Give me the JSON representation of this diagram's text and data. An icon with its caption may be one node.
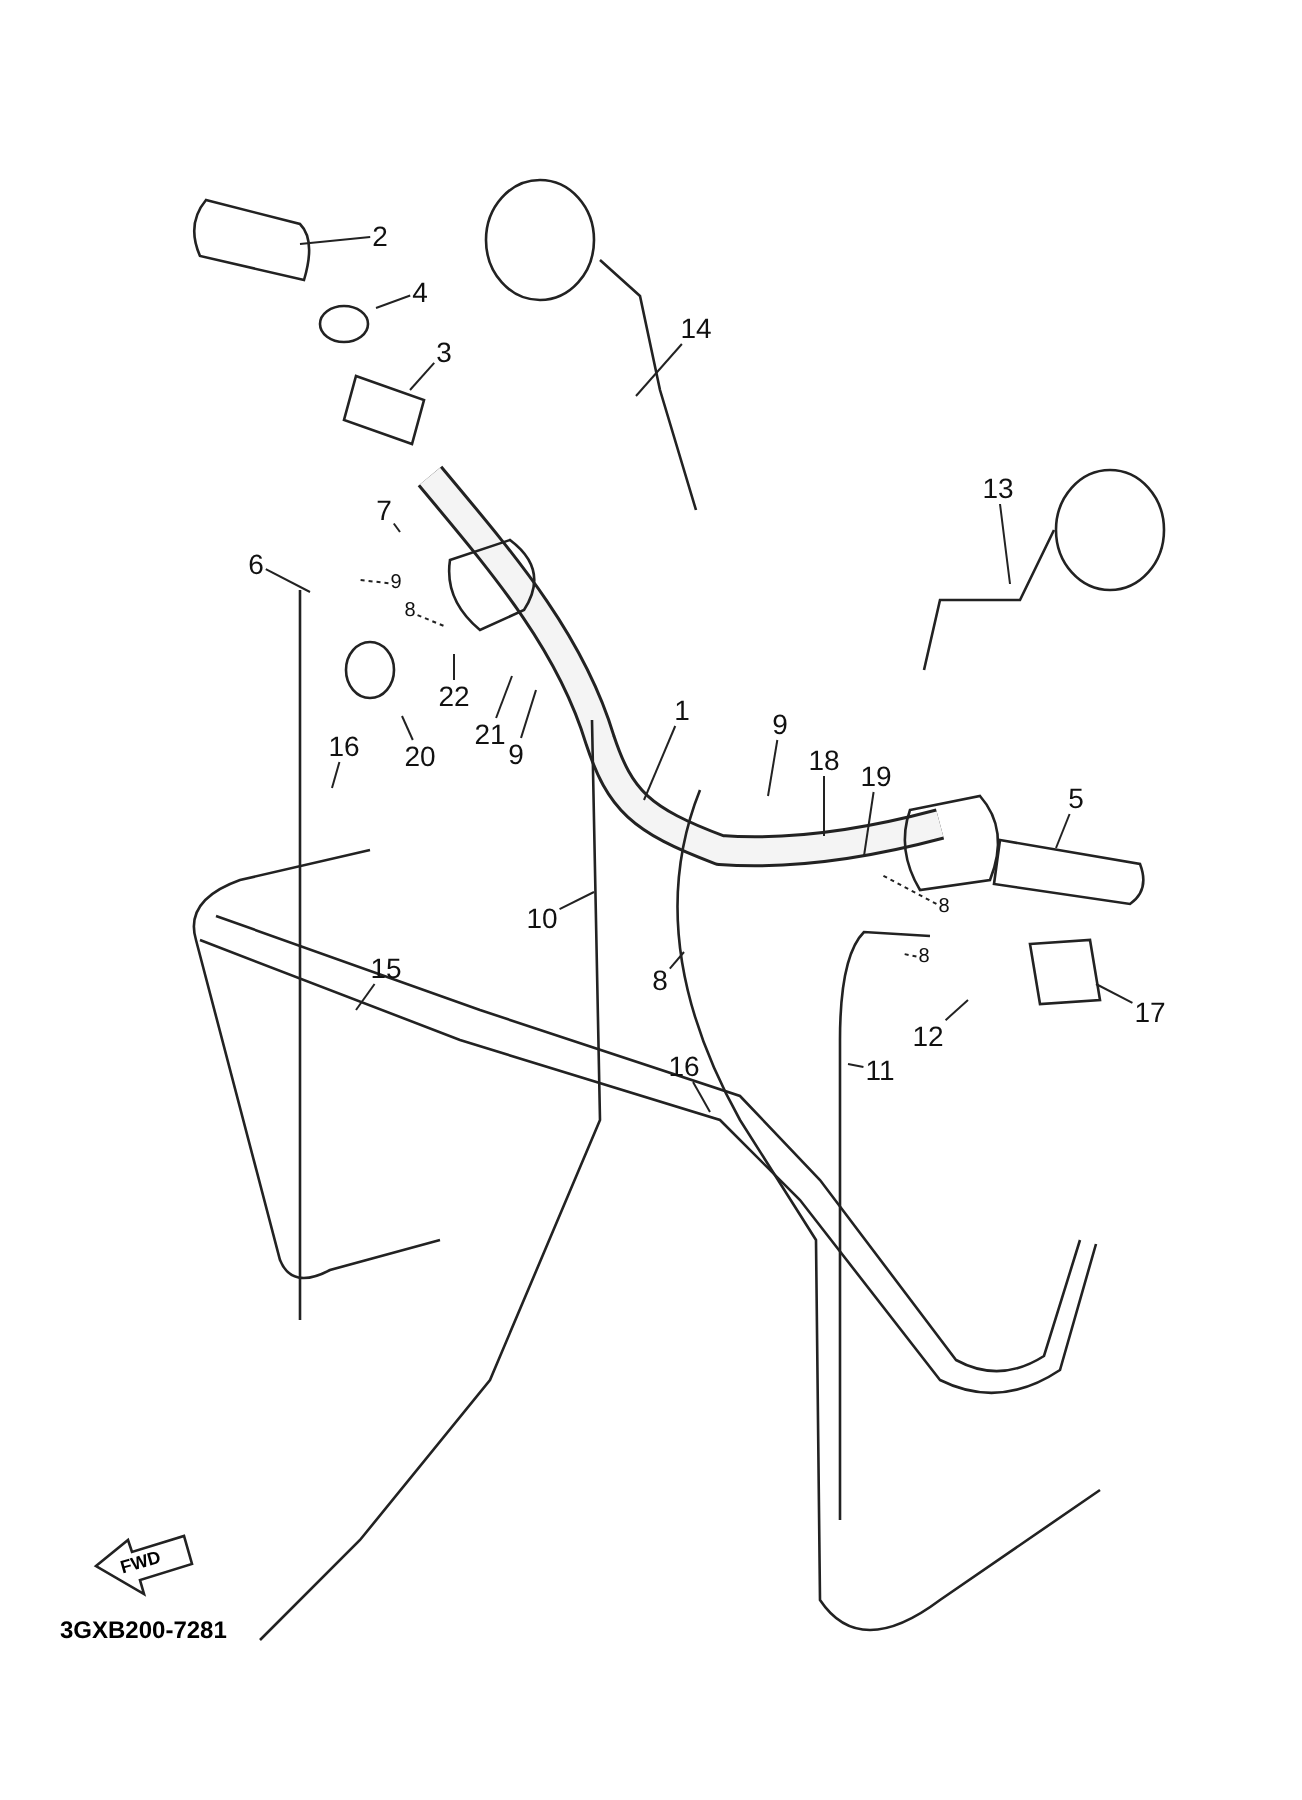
{
  "diagram": {
    "nodes": [
      {
        "text": [
          "2"
        ]
      },
      {
        "text": [
          "4"
        ]
      },
      {
        "text": [
          "14"
        ]
      },
      {
        "text": [
          "3"
        ]
      },
      {
        "text": [
          "13"
        ]
      },
      {
        "text": [
          "7"
        ]
      },
      {
        "text": [
          "6"
        ]
      },
      {
        "text": [
          "9"
        ]
      },
      {
        "text": [
          "8"
        ]
      },
      {
        "text": [
          "22"
        ]
      },
      {
        "text": [
          "1"
        ]
      },
      {
        "text": [
          "9"
        ]
      },
      {
        "text": [
          "21"
        ]
      },
      {
        "text": [
          "16"
        ]
      },
      {
        "text": [
          "9"
        ]
      },
      {
        "text": [
          "20"
        ]
      },
      {
        "text": [
          "18"
        ]
      },
      {
        "text": [
          "19"
        ]
      },
      {
        "text": [
          "5"
        ]
      },
      {
        "text": [
          "8"
        ]
      },
      {
        "text": [
          "10"
        ]
      },
      {
        "text": [
          "8"
        ]
      },
      {
        "text": [
          "8"
        ]
      },
      {
        "text": [
          "15"
        ]
      },
      {
        "text": [
          "17"
        ]
      },
      {
        "text": [
          "12"
        ]
      },
      {
        "text": [
          "16"
        ]
      },
      {
        "text": [
          "11"
        ]
      }
    ],
    "edges": [
      {
        "from": 0,
        "to": null,
        "arrow": "none"
      },
      {
        "from": 1,
        "to": null,
        "arrow": "none"
      },
      {
        "from": 2,
        "to": null,
        "arrow": "none"
      },
      {
        "from": 3,
        "to": null,
        "arrow": "none"
      },
      {
        "from": 4,
        "to": null,
        "arrow": "none"
      },
      {
        "from": 5,
        "to": null,
        "arrow": "none"
      },
      {
        "from": 6,
        "to": null,
        "arrow": "none"
      },
      {
        "from": 7,
        "to": null,
        "arrow": "none",
        "style": "dashed"
      },
      {
        "from": 8,
        "to": null,
        "arrow": "none",
        "style": "dashed"
      },
      {
        "from": 9,
        "to": null,
        "arrow": "none"
      },
      {
        "from": 10,
        "to": null,
        "arrow": "none"
      },
      {
        "from": 11,
        "to": null,
        "arrow": "none"
      },
      {
        "from": 12,
        "to": null,
        "arrow": "none"
      },
      {
        "from": 13,
        "to": null,
        "arrow": "none"
      },
      {
        "from": 14,
        "to": null,
        "arrow": "none"
      },
      {
        "from": 15,
        "to": null,
        "arrow": "none"
      },
      {
        "from": 16,
        "to": null,
        "arrow": "none"
      },
      {
        "from": 17,
        "to": null,
        "arrow": "none"
      },
      {
        "from": 18,
        "to": null,
        "arrow": "none"
      },
      {
        "from": 19,
        "to": null,
        "arrow": "none",
        "style": "dashed"
      },
      {
        "from": 20,
        "to": null,
        "arrow": "none"
      },
      {
        "from": 21,
        "to": null,
        "arrow": "none",
        "style": "dashed"
      },
      {
        "from": 22,
        "to": null,
        "arrow": "none"
      },
      {
        "from": 23,
        "to": null,
        "arrow": "none"
      },
      {
        "from": 24,
        "to": null,
        "arrow": "none"
      },
      {
        "from": 25,
        "to": null,
        "arrow": "none"
      },
      {
        "from": 26,
        "to": null,
        "arrow": "none"
      },
      {
        "from": 27,
        "to": null,
        "arrow": "none"
      }
    ],
    "labels": [
      "FWD",
      "3GXB200-7281"
    ]
  }
}
